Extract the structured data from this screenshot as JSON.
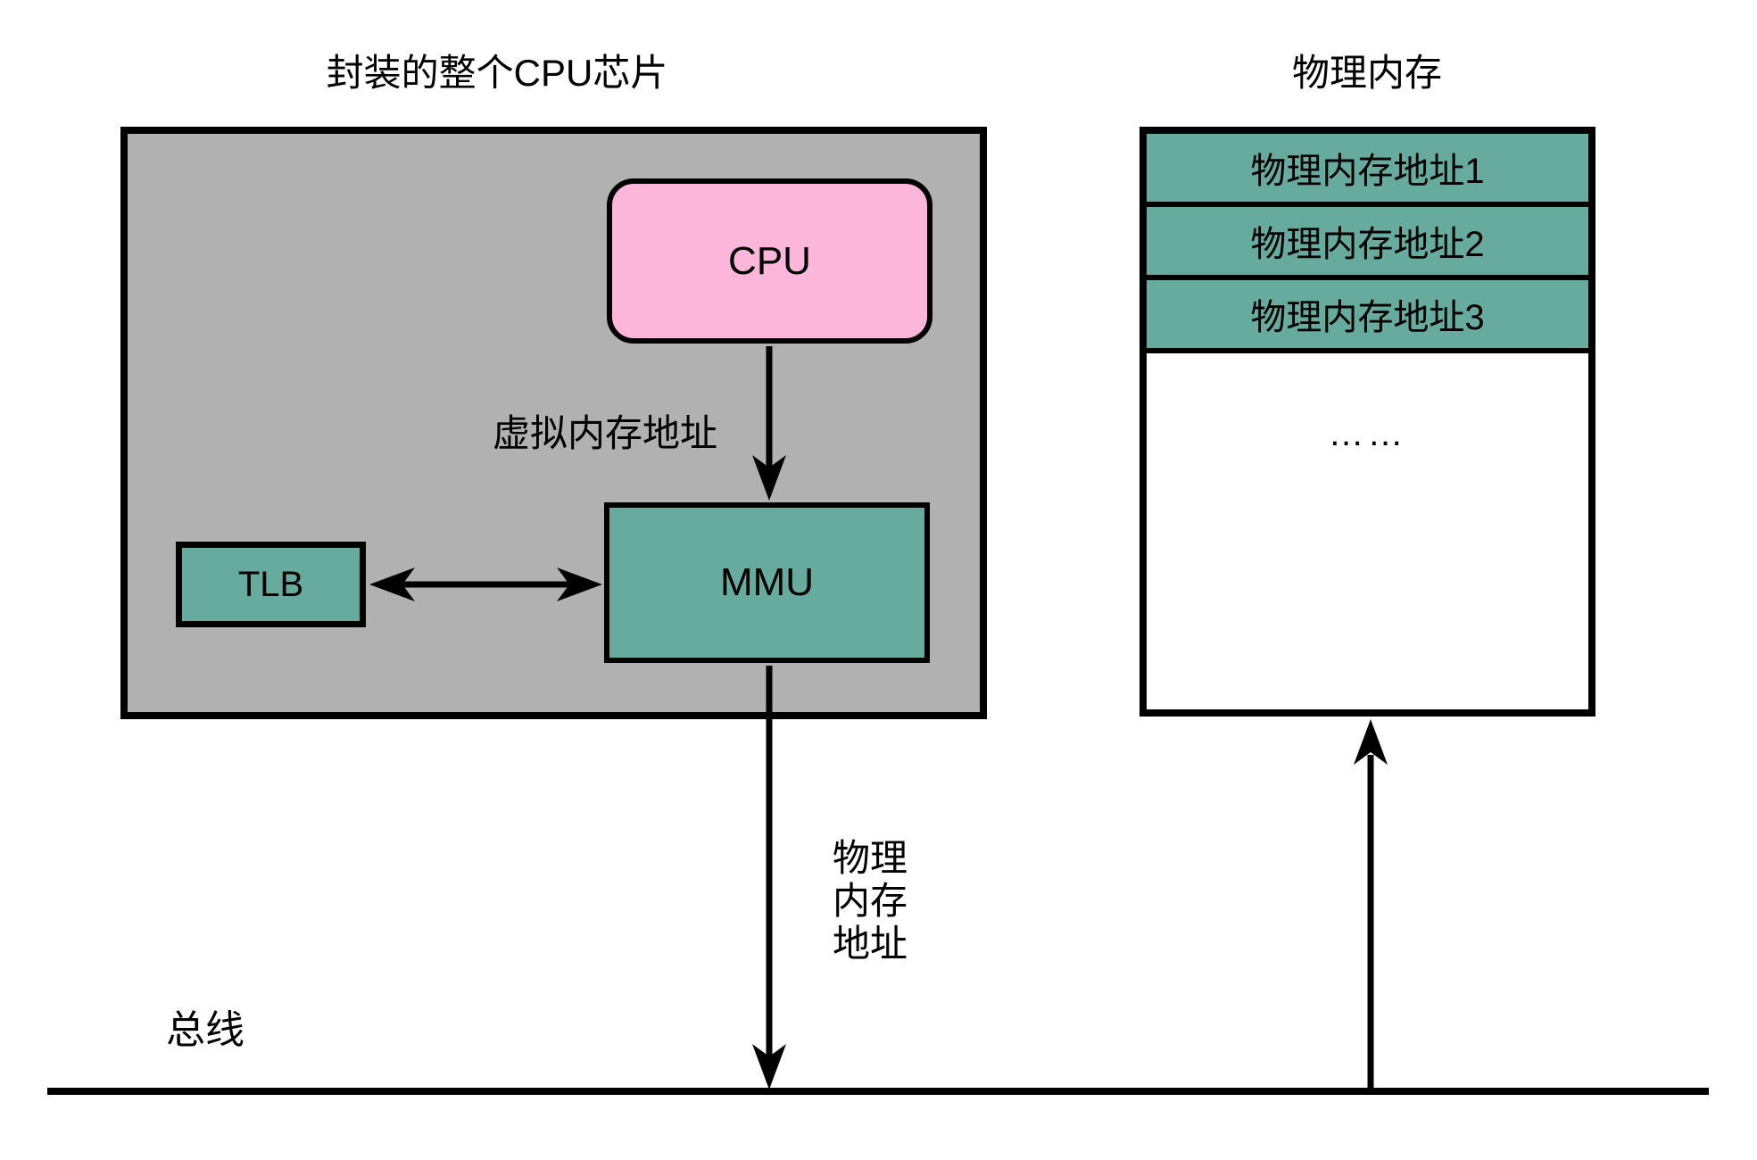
{
  "chip": {
    "title": "封装的整个CPU芯片",
    "cpu_label": "CPU",
    "virtual_address_label": "虚拟内存地址",
    "mmu_label": "MMU",
    "tlb_label": "TLB"
  },
  "memory": {
    "title": "物理内存",
    "rows": [
      "物理内存地址1",
      "物理内存地址2",
      "物理内存地址3"
    ],
    "ellipsis": "……"
  },
  "physical_address_label_lines": [
    "物理",
    "内存",
    "地址"
  ],
  "bus_label": "总线",
  "colors": {
    "chip_bg": "#b1b1b1",
    "cpu_bg": "#fbb6d9",
    "block_teal": "#67ab9f",
    "memory_bg": "#ffffff",
    "outline": "#000000",
    "page_bg": "#ffffff"
  }
}
